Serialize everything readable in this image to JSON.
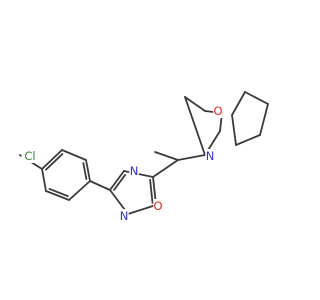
{
  "molecule": {
    "atoms": [
      {
        "id": "cl",
        "label": "Cl",
        "color": "#2e8b2e"
      },
      {
        "id": "o_ring",
        "label": "O",
        "color": "#e8261c"
      },
      {
        "id": "n_ring",
        "label": "N",
        "color": "#3131d4"
      },
      {
        "id": "n_ox4",
        "label": "N",
        "color": "#3131d4"
      },
      {
        "id": "n_ox2",
        "label": "N",
        "color": "#3131d4"
      },
      {
        "id": "o_ox1",
        "label": "O",
        "color": "#e8261c"
      }
    ],
    "bond_color": "#3a3a3a"
  }
}
